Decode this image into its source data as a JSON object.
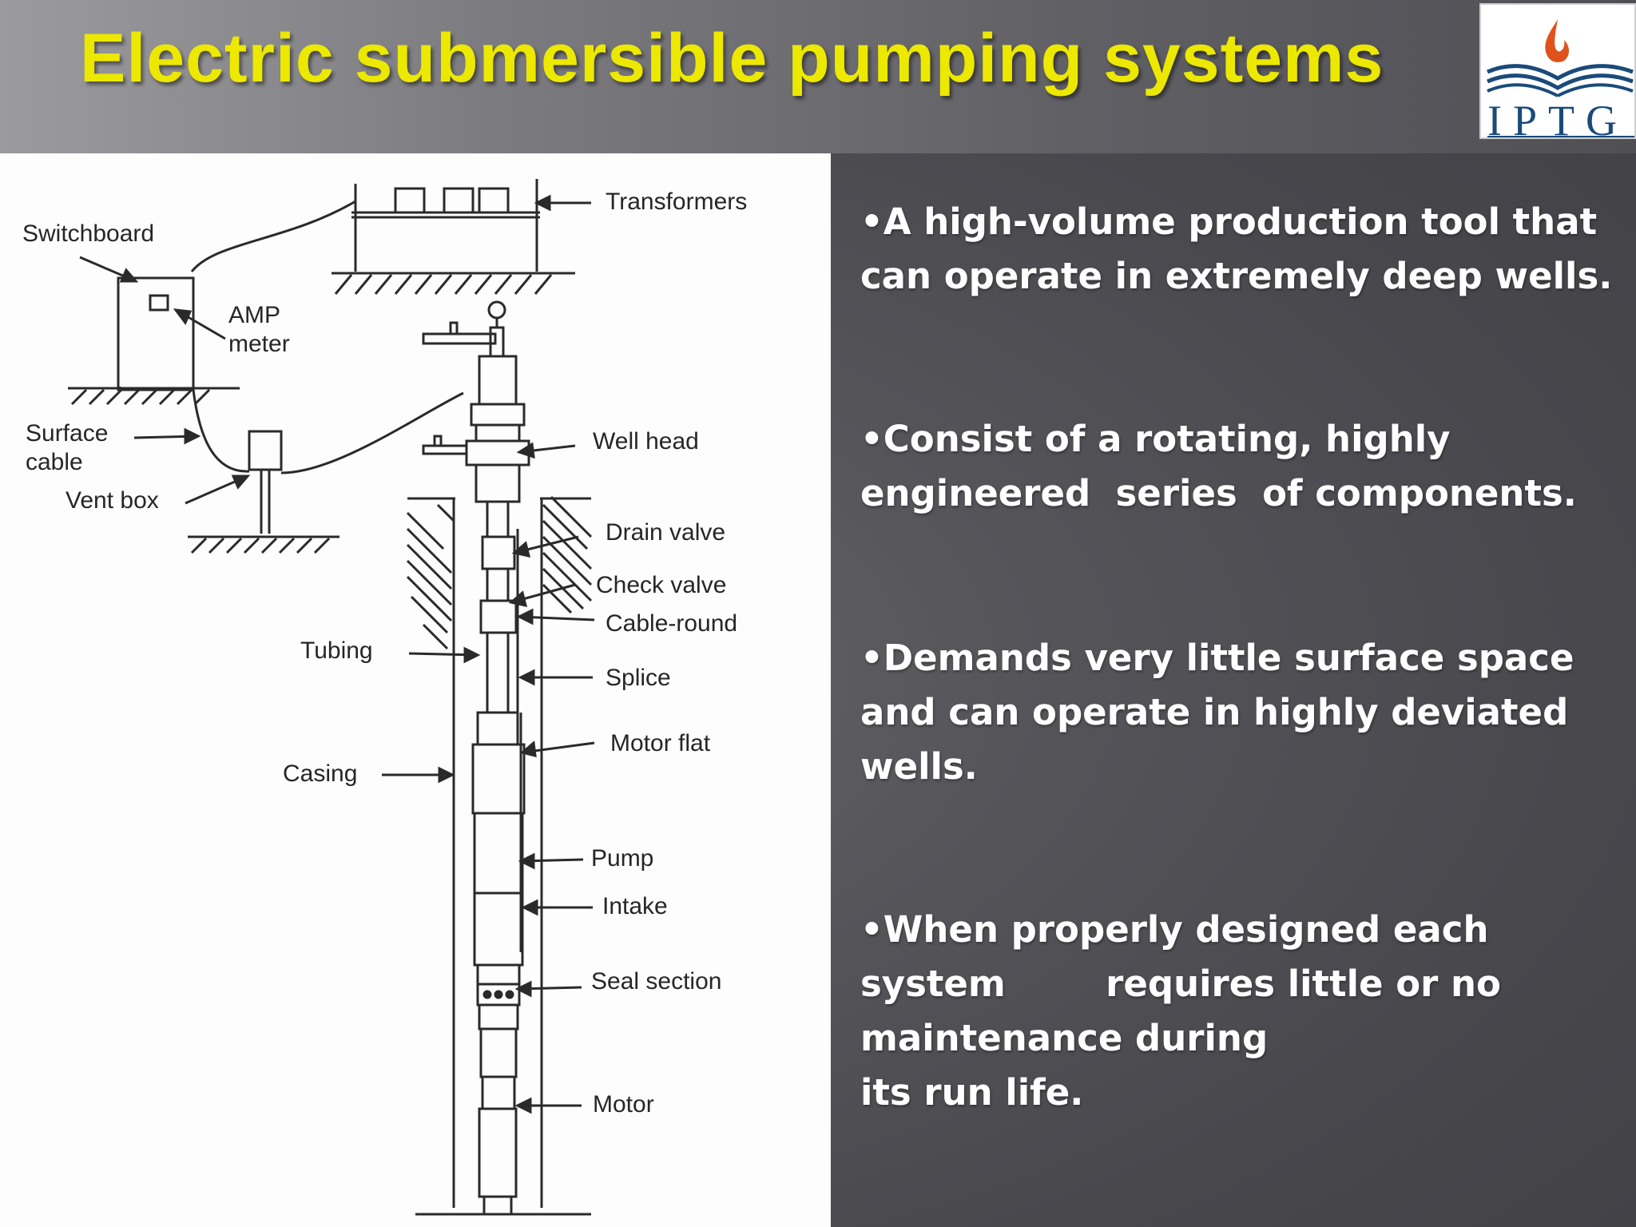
{
  "slide": {
    "title": "Electric submersible pumping systems"
  },
  "logo": {
    "text": "IPTG"
  },
  "diagram": {
    "labels": {
      "transformers": "Transformers",
      "switchboard": "Switchboard",
      "amp_meter_1": "AMP",
      "amp_meter_2": "meter",
      "surface_cable_1": "Surface",
      "surface_cable_2": "cable",
      "vent_box": "Vent box",
      "well_head": "Well head",
      "drain_valve": "Drain valve",
      "check_valve": "Check valve",
      "cable_round": "Cable-round",
      "tubing": "Tubing",
      "splice": "Splice",
      "motor_flat": "Motor flat",
      "casing": "Casing",
      "pump": "Pump",
      "intake": "Intake",
      "seal_section": "Seal section",
      "motor": "Motor"
    }
  },
  "bullets": [
    "•A high-volume production tool that\ncan operate in extremely deep wells.",
    "•Consist of a rotating, highly\nengineered  series  of components.",
    "•Demands very little surface space\nand can operate in highly deviated\nwells.",
    "•When properly designed each\nsystem        requires little or no\nmaintenance during\nits run life."
  ],
  "colors": {
    "title": "#ece800",
    "bullet_text": "#ffffff",
    "logo_blue": "#1a4a7a",
    "logo_flame": "#e0521c"
  }
}
